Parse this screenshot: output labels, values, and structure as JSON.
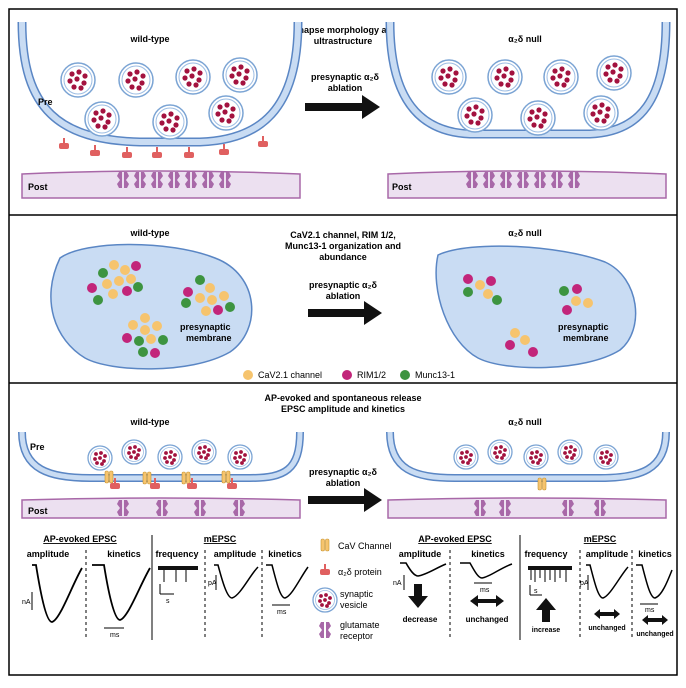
{
  "panel1": {
    "title_line1": "synapse morphology and",
    "title_line2": "ultrastructure",
    "wt_label": "wild-type",
    "null_label": "α₂δ null",
    "pre_label": "Pre",
    "post_label_left": "Post",
    "post_label_right": "Post",
    "arrow_line1": "presynaptic α₂δ",
    "arrow_line2": "ablation"
  },
  "panel2": {
    "title_line1": "CaV2.1 channel, RIM 1/2,",
    "title_line2": "Munc13-1 organization and",
    "title_line3": "abundance",
    "wt_label": "wild-type",
    "null_label": "α₂δ null",
    "arrow_line1": "presynaptic α₂δ",
    "arrow_line2": "ablation",
    "membrane_left_1": "presynaptic",
    "membrane_left_2": "membrane",
    "membrane_right_1": "presynaptic",
    "membrane_right_2": "membrane",
    "legend": [
      {
        "label": "CaV2.1 channel",
        "color": "#f6c46e"
      },
      {
        "label": "RIM1/2",
        "color": "#c2257a"
      },
      {
        "label": "Munc13-1",
        "color": "#3d9440"
      }
    ]
  },
  "panel3": {
    "title_line1": "AP-evoked and spontaneous release",
    "title_line2": "EPSC amplitude and kinetics",
    "wt_label": "wild-type",
    "null_label": "α₂δ null",
    "pre_label": "Pre",
    "post_label": "Post",
    "arrow_line1": "presynaptic α₂δ",
    "arrow_line2": "ablation",
    "wt_traces": {
      "ap_header": "AP-evoked EPSC",
      "mepsc_header": "mEPSC",
      "amplitude": "amplitude",
      "kinetics": "kinetics",
      "frequency": "frequency",
      "amplitude2": "amplitude",
      "kinetics2": "kinetics",
      "nA": "nA",
      "ms": "ms",
      "s": "s",
      "pA": "pA",
      "ms2": "ms"
    },
    "legend": {
      "cav_channel": "CaV Channel",
      "a2d_protein": "α₂δ protein",
      "vesicle_1": "synaptic",
      "vesicle_2": "vesicle",
      "receptor_1": "glutamate",
      "receptor_2": "receptor"
    },
    "null_traces": {
      "ap_header": "AP-evoked EPSC",
      "mepsc_header": "mEPSC",
      "amplitude": "amplitude",
      "kinetics": "kinetics",
      "frequency": "frequency",
      "amplitude2": "amplitude",
      "kinetics2": "kinetics",
      "nA": "nA",
      "ms": "ms",
      "s": "s",
      "pA": "pA",
      "ms2": "ms",
      "decrease": "decrease",
      "unchanged": "unchanged",
      "increase": "increase",
      "unchanged_small1": "unchanged",
      "unchanged_small2": "unchanged"
    }
  },
  "colors": {
    "membrane_fill": "#c9dcf3",
    "membrane_stroke": "#5a86c4",
    "vesicle_dot": "#a3123f",
    "cav": "#f6c46e",
    "rim": "#c2257a",
    "munc": "#3d9440",
    "receptor": "#a868a8",
    "a2d": "#e06060"
  }
}
